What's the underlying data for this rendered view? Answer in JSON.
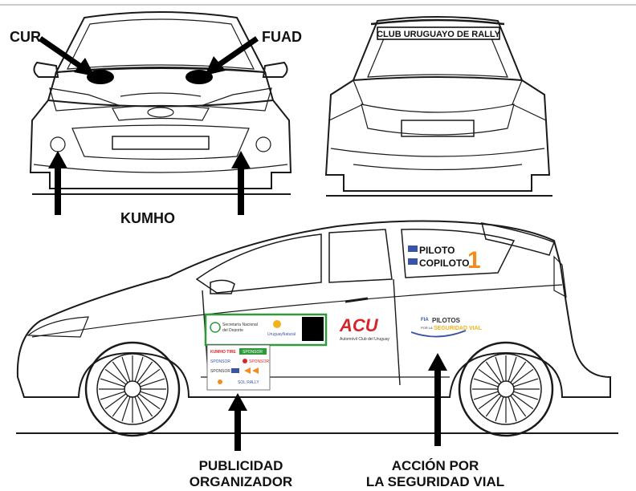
{
  "labels": {
    "cur": "CUR",
    "fuad": "FUAD",
    "kumho": "KUMHO",
    "club_banner": "CLUB URUGUAYO DE RALLY",
    "publicidad_line1": "PUBLICIDAD",
    "publicidad_line2": "ORGANIZADOR",
    "accion_line1": "ACCIÓN POR",
    "accion_line2": "LA SEGURIDAD VIAL"
  },
  "window_sticker": {
    "piloto": "PILOTO",
    "copiloto": "COPILOTO",
    "number": "1"
  },
  "door_panel": {
    "secretaria_line1": "Secretaría Nacional",
    "secretaria_line2": "del Deporte",
    "uruguay_natural": "UruguayNatural"
  },
  "acu": {
    "logo": "ACU",
    "caption": "Automóvil Club del Uruguay"
  },
  "seguridad": {
    "fia": "FIA",
    "line1": "PILOTOS",
    "line2": "POR LA",
    "line3": "SEGURIDAD VIAL"
  },
  "sponsors": {
    "kumho_tire": "KUMHO TIRE",
    "sponsor2": "SPONSOR",
    "sponsor3": "SPONSOR",
    "sponsor4": "SPONSOR",
    "sponsor5": "SPONSOR",
    "sol_rally": "SOL RALLY"
  },
  "colors": {
    "line": "#1a1a1a",
    "flag_blue": "#3a54a4",
    "number_orange": "#f28c1e",
    "acu_red": "#d7262b",
    "green_border": "#2e9a3c",
    "seguridad_yellow": "#f2b21c"
  }
}
